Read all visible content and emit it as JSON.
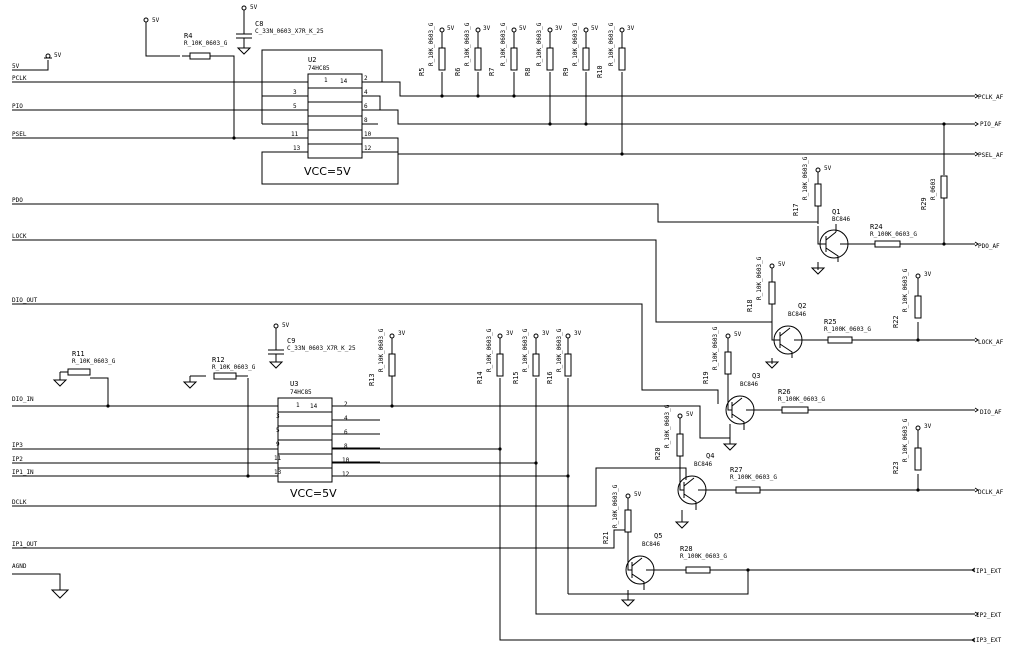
{
  "power": {
    "v5": "5V",
    "v3": "3V"
  },
  "nets": {
    "left": {
      "net_5v": "5V",
      "pclk": "PCLK",
      "pio": "PIO",
      "psel": "PSEL",
      "pdo": "PDO",
      "lock": "LOCK",
      "dio_out": "DIO_OUT",
      "dio_in": "DIO_IN",
      "ip3": "IP3",
      "ip2": "IP2",
      "ip1_in": "IP1_IN",
      "dclk": "DCLK",
      "ip1_out": "IP1_OUT",
      "agnd": "AGND"
    },
    "right": {
      "pclk_af": "PCLK_AF",
      "pio_af": "PIO_AF",
      "psel_af": "PSEL_AF",
      "pdo_af": "PDO_AF",
      "lock_af": "LOCK_AF",
      "dio_af": "DIO_AF",
      "dclk_af": "DCLK_AF",
      "ip1_ext": "IP1_EXT",
      "ip2_ext": "IP2_EXT",
      "ip3_ext": "IP3_EXT"
    }
  },
  "ics": {
    "u2": {
      "ref": "U2",
      "part": "74HC85",
      "supply": "VCC=5V",
      "pins_left": [
        "3",
        "5",
        "11",
        "13"
      ],
      "pin_top_left": "1",
      "pin_top_right": "14",
      "pins_right": [
        "2",
        "4",
        "6",
        "8",
        "10",
        "12"
      ]
    },
    "u3": {
      "ref": "U3",
      "part": "74HC85",
      "supply": "VCC=5V",
      "pins_left": [
        "3",
        "5",
        "9",
        "11",
        "13"
      ],
      "pin_top_left": "1",
      "pin_top_right": "14",
      "pins_right": [
        "2",
        "4",
        "6",
        "8",
        "10",
        "12"
      ]
    }
  },
  "caps": {
    "c8": {
      "ref": "C8",
      "value": "C_33N_0603_X7R_K_25"
    },
    "c9": {
      "ref": "C9",
      "value": "C_33N_0603_X7R_K_25"
    }
  },
  "resistors": {
    "r4": {
      "ref": "R4",
      "value": "R_10K_0603_G"
    },
    "r5": {
      "ref": "R5",
      "value": "R_10K_0603_G"
    },
    "r6": {
      "ref": "R6",
      "value": "R_10K_0603_G"
    },
    "r7": {
      "ref": "R7",
      "value": "R_10K_0603_G"
    },
    "r8": {
      "ref": "R8",
      "value": "R_10K_0603_G"
    },
    "r9": {
      "ref": "R9",
      "value": "R_10K_0603_G"
    },
    "r10": {
      "ref": "R10",
      "value": "R_10K_0603_G"
    },
    "r11": {
      "ref": "R11",
      "value": "R_10K_0603_G"
    },
    "r12": {
      "ref": "R12",
      "value": "R_10K_0603_G"
    },
    "r13": {
      "ref": "R13",
      "value": "R_10K_0603_G"
    },
    "r14": {
      "ref": "R14",
      "value": "R_10K_0603_G"
    },
    "r15": {
      "ref": "R15",
      "value": "R_10K_0603_G"
    },
    "r16": {
      "ref": "R16",
      "value": "R_10K_0603_G"
    },
    "r17": {
      "ref": "R17",
      "value": "R_10K_0603_G"
    },
    "r18": {
      "ref": "R18",
      "value": "R_10K_0603_G"
    },
    "r19": {
      "ref": "R19",
      "value": "R_10K_0603_G"
    },
    "r20": {
      "ref": "R20",
      "value": "R_10K_0603_G"
    },
    "r21": {
      "ref": "R21",
      "value": "R_10K_0603_G"
    },
    "r22": {
      "ref": "R22",
      "value": "R_10K_0603_G"
    },
    "r23": {
      "ref": "R23",
      "value": "R_10K_0603_G"
    },
    "r24": {
      "ref": "R24",
      "value": "R_100K_0603_G"
    },
    "r25": {
      "ref": "R25",
      "value": "R_100K_0603_G"
    },
    "r26": {
      "ref": "R26",
      "value": "R_100K_0603_G"
    },
    "r27": {
      "ref": "R27",
      "value": "R_100K_0603_G"
    },
    "r28": {
      "ref": "R28",
      "value": "R_100K_0603_G"
    },
    "r29": {
      "ref": "R29",
      "value": "R_0603"
    }
  },
  "transistors": {
    "q1": {
      "ref": "Q1",
      "part": "BC846"
    },
    "q2": {
      "ref": "Q2",
      "part": "BC846"
    },
    "q3": {
      "ref": "Q3",
      "part": "BC846"
    },
    "q4": {
      "ref": "Q4",
      "part": "BC846"
    },
    "q5": {
      "ref": "Q5",
      "part": "BC846"
    }
  }
}
